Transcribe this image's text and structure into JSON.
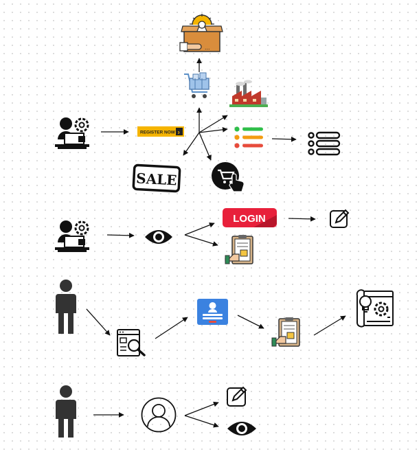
{
  "register_banner": {
    "label": "REGISTER NOW",
    "arrow": "›"
  },
  "sale_badge": {
    "label": "SALE"
  },
  "login_button": {
    "label": "LOGIN"
  },
  "login_card": {
    "button_label": ""
  },
  "icons": [
    "product-box-icon",
    "shopping-cart-icon",
    "factory-icon",
    "developer-icon",
    "register-banner",
    "list-icon",
    "list-outline-icon",
    "sale-icon",
    "cart-click-icon",
    "eye-icon",
    "login-button",
    "edit-icon",
    "clipboard-icon",
    "person-icon",
    "search-window-icon",
    "login-card-icon",
    "blueprint-icon",
    "user-profile-icon"
  ]
}
